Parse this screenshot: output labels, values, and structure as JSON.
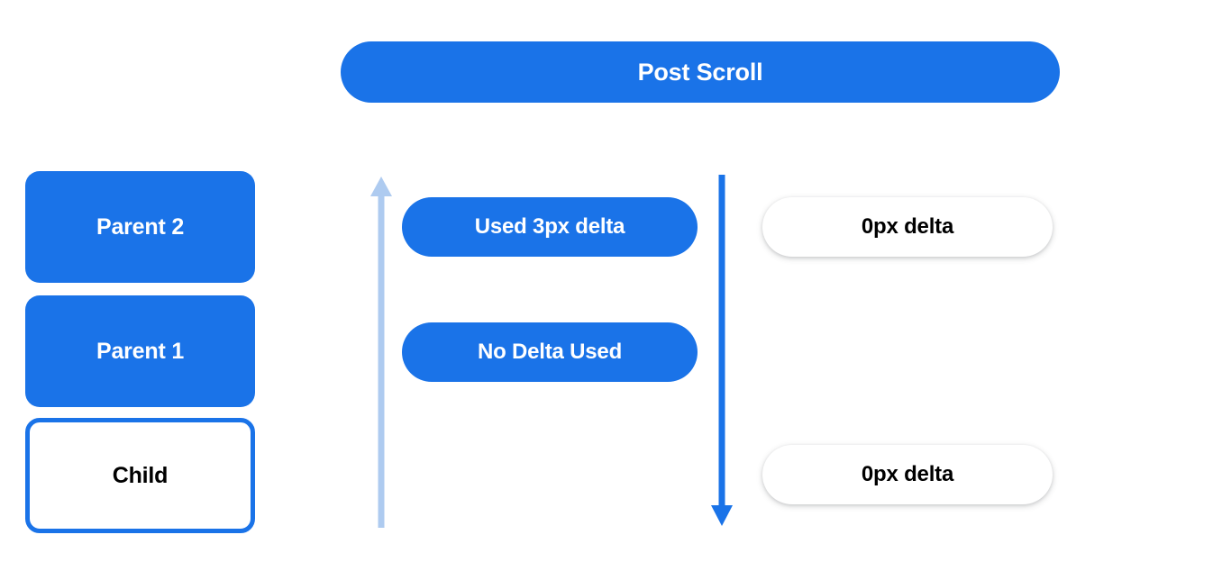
{
  "header": {
    "title": "Post Scroll"
  },
  "left_stack": {
    "items": [
      {
        "label": "Parent 2",
        "style": "filled"
      },
      {
        "label": "Parent 1",
        "style": "filled"
      },
      {
        "label": "Child",
        "style": "outlined"
      }
    ]
  },
  "middle_column": {
    "pills": [
      {
        "label": "Used 3px delta"
      },
      {
        "label": "No Delta Used"
      }
    ]
  },
  "right_column": {
    "pills": [
      {
        "label": "0px delta"
      },
      {
        "label": "0px delta"
      }
    ]
  },
  "arrows": [
    {
      "name": "scroll-up-arrow",
      "direction": "up",
      "color": "#aecbf0"
    },
    {
      "name": "scroll-down-arrow",
      "direction": "down",
      "color": "#1a73e8"
    }
  ],
  "colors": {
    "accent_blue": "#1a73e8",
    "light_blue": "#aecbf0",
    "background": "#ffffff",
    "text_dark": "#000000",
    "text_light": "#ffffff"
  }
}
